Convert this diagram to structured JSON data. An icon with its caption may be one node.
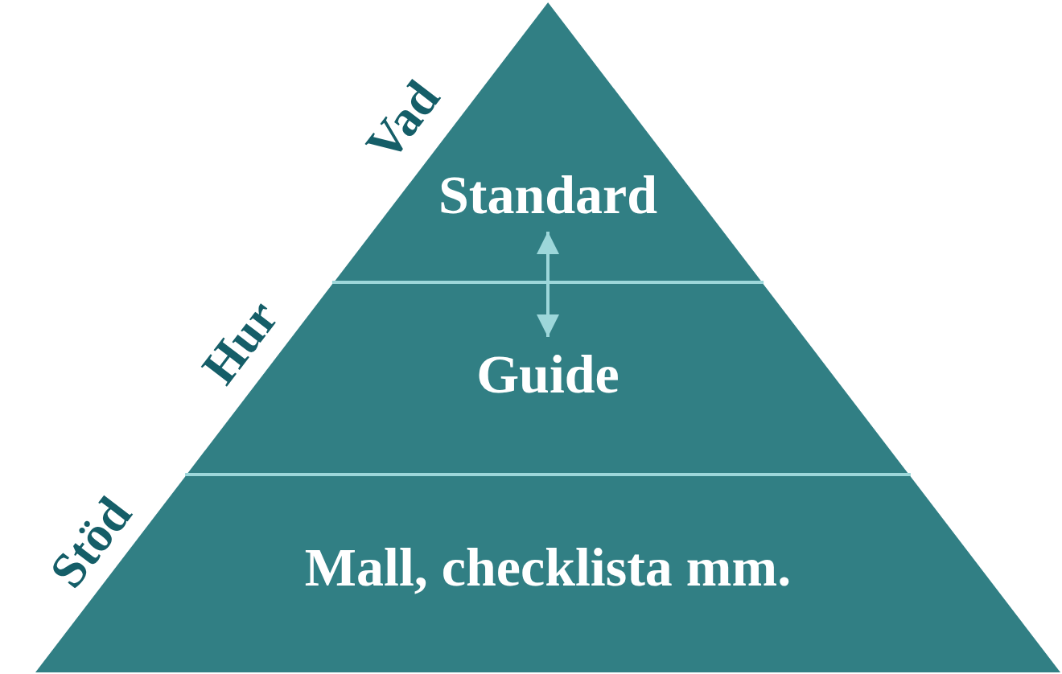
{
  "diagram": {
    "nodes": [
      {
        "text": [
          "Standard"
        ],
        "beside": [
          "Vad"
        ]
      },
      {
        "text": [
          "Guide"
        ],
        "beside": [
          "Hur"
        ]
      },
      {
        "text": [
          "Mall, checklista mm."
        ],
        "beside": [
          "Stöd"
        ]
      }
    ],
    "edges": [
      {
        "from": 0,
        "to": 1,
        "arrow": "both"
      }
    ]
  }
}
